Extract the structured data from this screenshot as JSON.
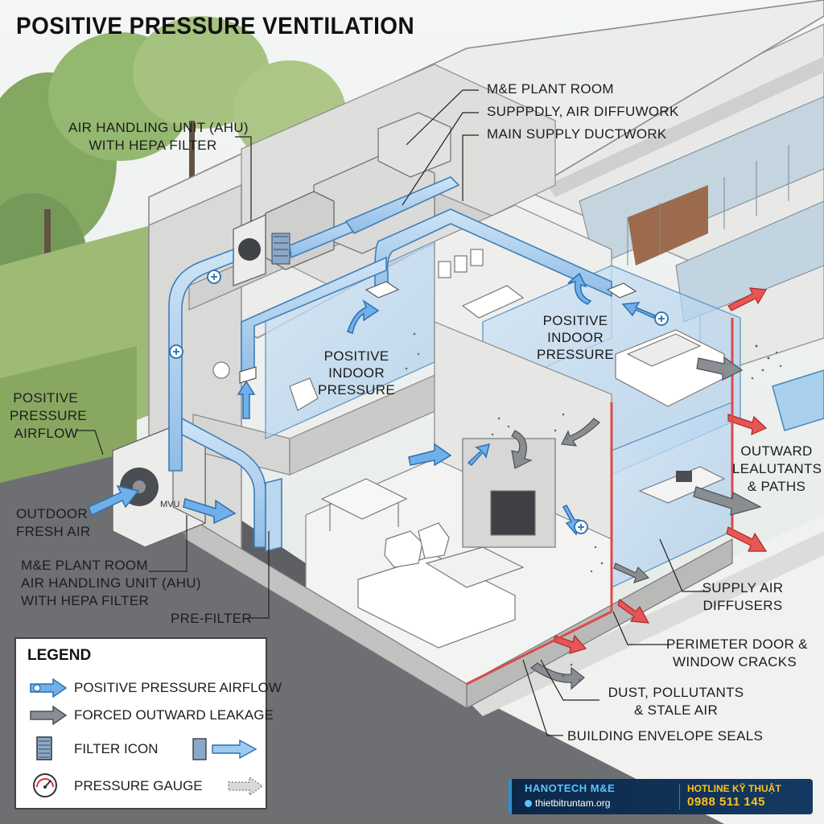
{
  "title": "POSITIVE PRESSURE VENTILATION",
  "labels": {
    "me_plant_room": "M&E PLANT ROOM",
    "supply_air_diffuwork": "SUPPPDLY, AIR DIFFUWORK",
    "main_supply_ductwork": "MAIN SUPPLY DUCTWORK",
    "ahu_hepa_top_line1": "AIR HANDLING UNIT (AHU)",
    "ahu_hepa_top_line2": "WITH HEPA FILTER",
    "positive_pressure_airflow_line1": "POSITIVE",
    "positive_pressure_airflow_line2": "PRESSURE",
    "positive_pressure_airflow_line3": "AIRFLOW",
    "outdoor_fresh_air_line1": "OUTDOOR",
    "outdoor_fresh_air_line2": "FRESH AIR",
    "me_ahu_line1": "M&E PLANT ROOM",
    "me_ahu_line2": "AIR HANDLING UNIT (AHU)",
    "me_ahu_line3": "WITH HEPA FILTER",
    "pre_filter": "PRE-FILTER",
    "positive_indoor_left_line1": "POSITIVE",
    "positive_indoor_left_line2": "INDOOR",
    "positive_indoor_left_line3": "PRESSURE",
    "positive_indoor_right_line1": "POSITIVE",
    "positive_indoor_right_line2": "INDOOR",
    "positive_indoor_right_line3": "PRESSURE",
    "outward_line1": "OUTWARD",
    "outward_line2": "LEALUTANTS",
    "outward_line3": "& PATHS",
    "supply_diffusers_line1": "SUPPLY AIR",
    "supply_diffusers_line2": "DIFFUSERS",
    "perimeter_line1": "PERIMETER DOOR &",
    "perimeter_line2": "WINDOW CRACKS",
    "dust_line1": "DUST, POLLUTANTS",
    "dust_line2": "& STALE AIR",
    "envelope_seals": "BUILDING ENVELOPE SEALS",
    "unit_badge": "MVU"
  },
  "legend": {
    "title": "LEGEND",
    "items": [
      {
        "label": "POSITIVE PRESSURE AIRFLOW",
        "icon": "blue-arrow-icon"
      },
      {
        "label": "FORCED OUTWARD LEAKAGE",
        "icon": "gray-arrow-icon"
      },
      {
        "label": "FILTER ICON",
        "icon": "filter-icon"
      },
      {
        "label": "PRESSURE GAUGE",
        "icon": "pressure-gauge-icon"
      }
    ]
  },
  "brand": {
    "name": "HANOTECH M&E",
    "url": "thietbitruntam.org",
    "hotline_label": "HOTLINE KỸ THUẬT",
    "phone": "0988 511 145"
  },
  "colors": {
    "duct": "#a9cdea",
    "duct_stroke": "#3f7fb8",
    "airflow_blue": "#5fa6e6",
    "leak_red": "#e04848",
    "leak_gray": "#7b7f84",
    "wall": "#e9e9e7",
    "floor": "#f4f4f2",
    "grass": "#8fb06a",
    "ground": "#6f7174",
    "brand_bg": "#0b2747",
    "brand_accent": "#5ec2ff",
    "hotline": "#ffc21a"
  }
}
